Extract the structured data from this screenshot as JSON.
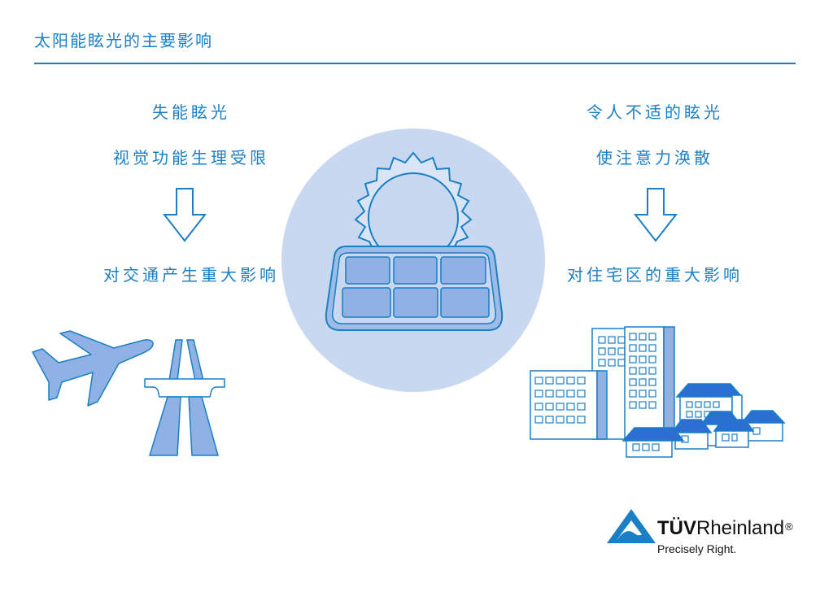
{
  "title": "太阳能眩光的主要影响",
  "left": {
    "heading": "失能眩光",
    "subheading": "视觉功能生理受限",
    "result": "对交通产生重大影响"
  },
  "right": {
    "heading": "令人不适的眩光",
    "subheading": "使注意力涣散",
    "result": "对住宅区的重大影响"
  },
  "logo": {
    "brand_bold": "TÜV",
    "brand_regular": "Rheinland",
    "registered": "®",
    "slogan": "Precisely Right."
  },
  "icons": {
    "left_arrow": "down-arrow-icon",
    "right_arrow": "down-arrow-icon",
    "airplane": "airplane-icon",
    "highway": "highway-icon",
    "solar_panel": "solar-panel-icon",
    "sun": "sun-icon",
    "buildings": "residential-buildings-icon",
    "logo_mark": "tuv-triangle-logo-icon"
  },
  "colors": {
    "accent": "#1a7fc4",
    "light_fill": "#c9d8f1",
    "mid_fill": "#8fb1e3",
    "blue_roof": "#2c6fd3"
  }
}
